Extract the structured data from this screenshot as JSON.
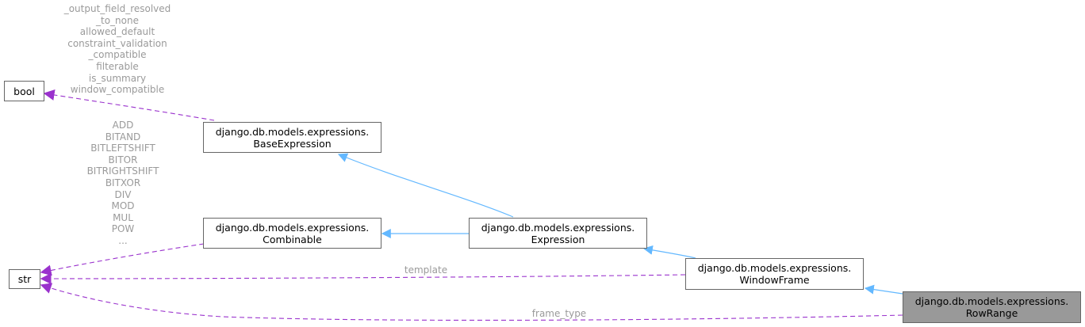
{
  "nodes": {
    "bool": "bool",
    "str": "str",
    "base_expression": [
      "django.db.models.expressions.",
      "BaseExpression"
    ],
    "combinable": [
      "django.db.models.expressions.",
      "Combinable"
    ],
    "expression": [
      "django.db.models.expressions.",
      "Expression"
    ],
    "window_frame": [
      "django.db.models.expressions.",
      "WindowFrame"
    ],
    "row_range": [
      "django.db.models.expressions.",
      "RowRange"
    ]
  },
  "edge_labels": {
    "bool_attrs": [
      "_output_field_resolved",
      "_to_none",
      "allowed_default",
      "constraint_validation",
      "_compatible",
      "filterable",
      "is_summary",
      "window_compatible"
    ],
    "combinable_attrs": [
      "ADD",
      "BITAND",
      "BITLEFTSHIFT",
      "BITOR",
      "BITRIGHTSHIFT",
      "BITXOR",
      "DIV",
      "MOD",
      "MUL",
      "POW",
      "..."
    ],
    "template": "template",
    "frame_type": "frame_type"
  },
  "colors": {
    "inheritance_edge": "#63b8ff",
    "usage_edge": "#9a32cd",
    "current_node_fill": "#999999",
    "label_text": "#9a9a9a"
  }
}
